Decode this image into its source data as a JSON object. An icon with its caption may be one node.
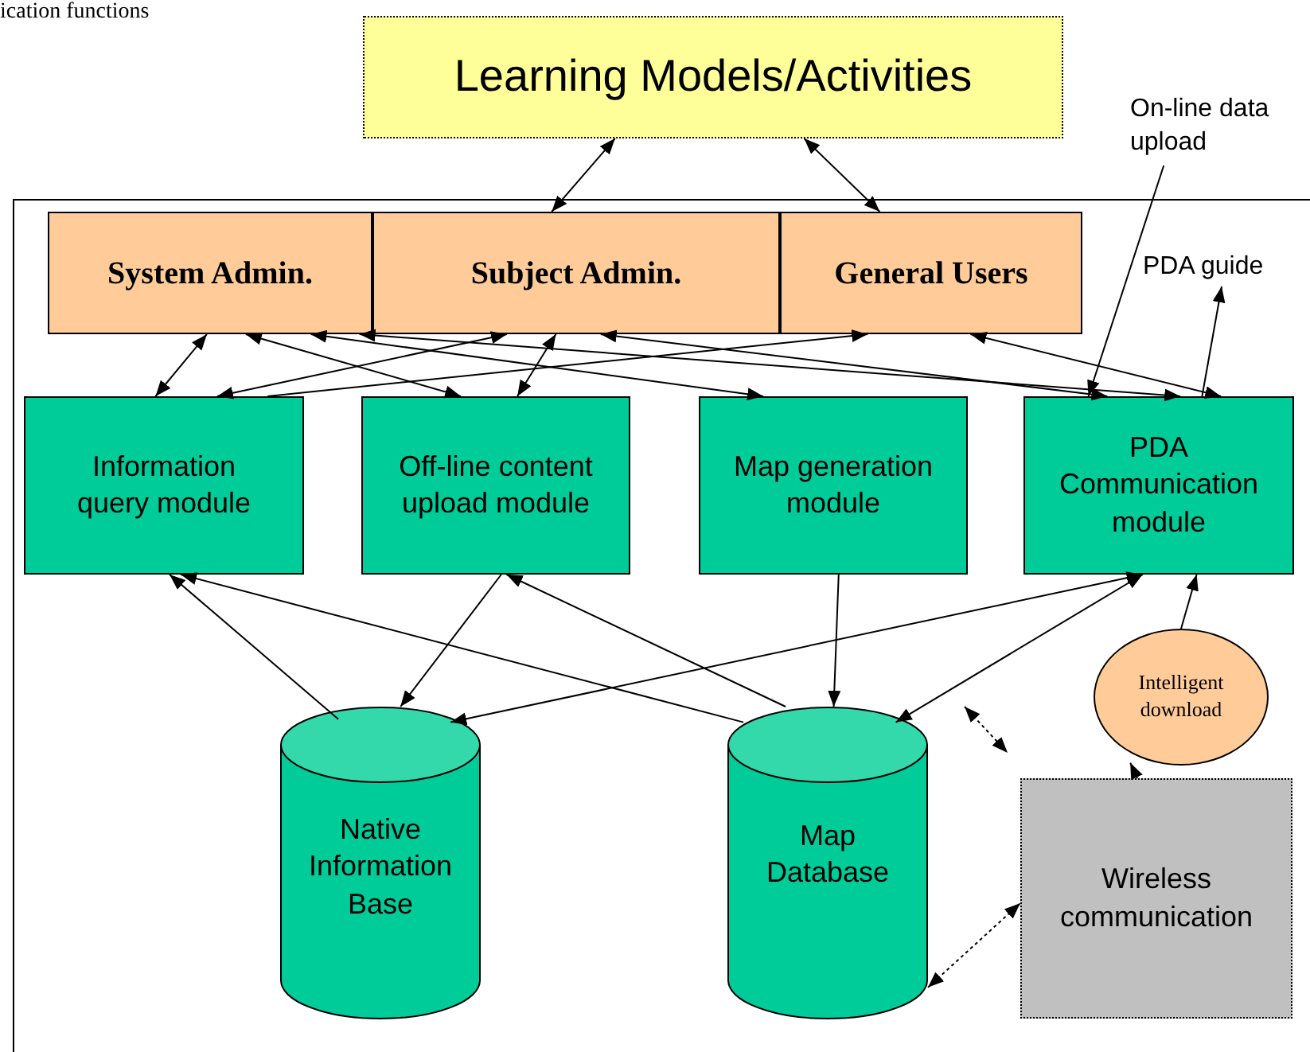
{
  "diagram": {
    "nodes": [
      {
        "text": [
          "Learning Models/Activities"
        ]
      },
      {
        "text": [
          "System Admin."
        ]
      },
      {
        "text": [
          "Subject Admin."
        ]
      },
      {
        "text": [
          "General Users"
        ]
      },
      {
        "text": [
          "Information query module"
        ]
      },
      {
        "text": [
          "Off-line content upload module"
        ]
      },
      {
        "text": [
          "Map generation module"
        ]
      },
      {
        "text": [
          "PDA Communication module"
        ]
      },
      {
        "text": [
          "Native Information Base"
        ]
      },
      {
        "text": [
          "Map Database"
        ]
      },
      {
        "text": [
          "Wireless communication"
        ]
      },
      {
        "text": [
          "Intelligent download"
        ]
      },
      {
        "text": [
          "On-line data upload"
        ]
      },
      {
        "text": [
          "PDA guide"
        ]
      }
    ],
    "edges": [
      {
        "from": 0,
        "to": 2,
        "arrow": "both"
      },
      {
        "from": 0,
        "to": 3,
        "arrow": "both"
      },
      {
        "from": 1,
        "to": 4,
        "arrow": "both"
      },
      {
        "from": 1,
        "to": 5,
        "arrow": "both"
      },
      {
        "from": 1,
        "to": 6,
        "arrow": "both"
      },
      {
        "from": 1,
        "to": 7,
        "arrow": "both"
      },
      {
        "from": 2,
        "to": 4,
        "arrow": "both"
      },
      {
        "from": 2,
        "to": 5,
        "arrow": "both"
      },
      {
        "from": 2,
        "to": 7,
        "arrow": "both"
      },
      {
        "from": 4,
        "to": 3,
        "arrow": "to"
      },
      {
        "from": 3,
        "to": 7,
        "arrow": "both"
      },
      {
        "from": 12,
        "to": 7,
        "arrow": "to"
      },
      {
        "from": 7,
        "to": 13,
        "arrow": "to"
      },
      {
        "from": 8,
        "to": 4,
        "arrow": "to"
      },
      {
        "from": 9,
        "to": 4,
        "arrow": "to"
      },
      {
        "from": 5,
        "to": 8,
        "arrow": "to"
      },
      {
        "from": 9,
        "to": 5,
        "arrow": "to"
      },
      {
        "from": 6,
        "to": 9,
        "arrow": "to"
      },
      {
        "from": 7,
        "to": 8,
        "arrow": "both"
      },
      {
        "from": 7,
        "to": 9,
        "arrow": "both"
      },
      {
        "from": 11,
        "to": 7,
        "arrow": "to"
      },
      {
        "from": 10,
        "to": 11,
        "arrow": "to"
      },
      {
        "from": 9,
        "to": 10,
        "arrow": "both",
        "style": "dashed"
      }
    ],
    "labels": [
      "ication functions"
    ]
  }
}
